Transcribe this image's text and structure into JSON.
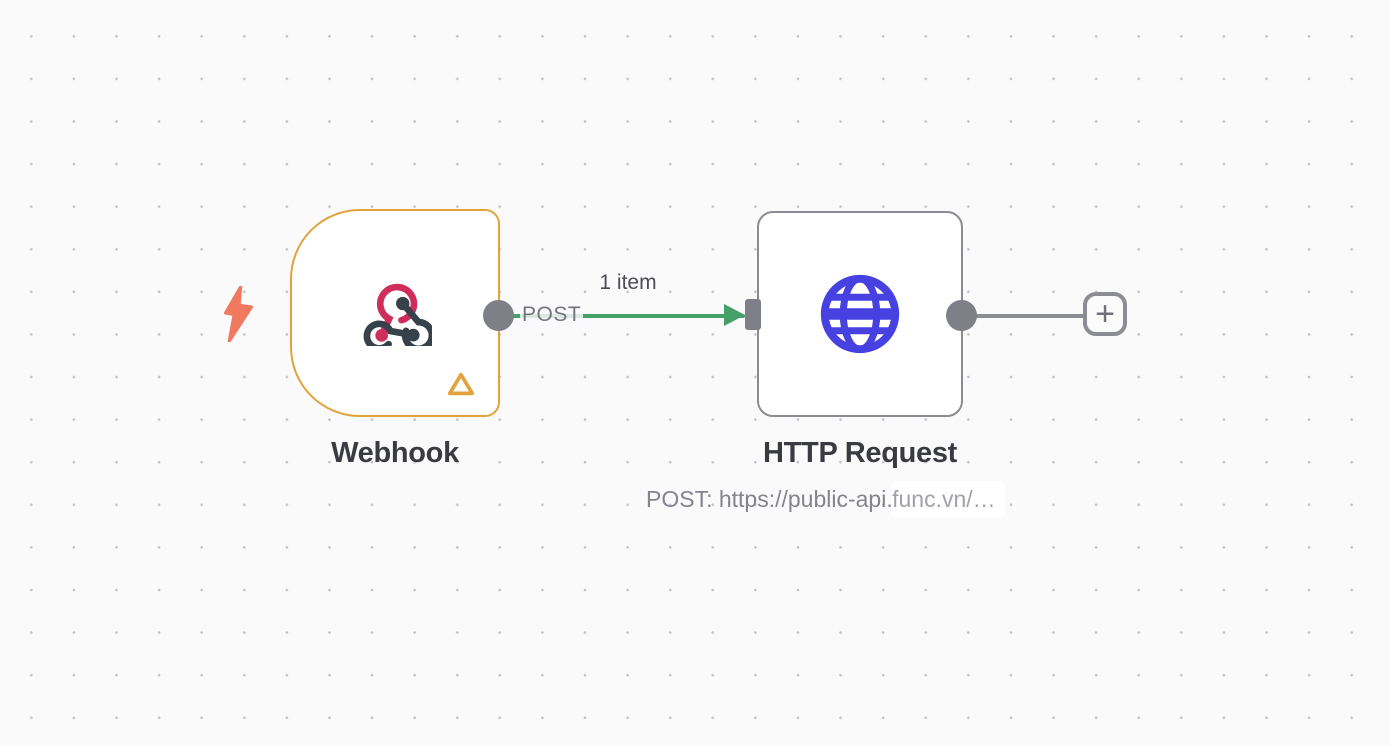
{
  "canvas": {
    "colors": {
      "background": "#fafafb",
      "grid_dot": "#c3c3c9",
      "webhook_border": "#e1a33d",
      "http_border": "#8b8b92",
      "connector_gray": "#7f7f87",
      "wire_gray": "#8c8c93",
      "connection_green": "#43a066",
      "bolt_color": "#f0795f",
      "webhook_icon_dark": "#364149",
      "webhook_icon_accent": "#ce2e5c",
      "globe_blue": "#4741e2",
      "warning_amber": "#e2a33c",
      "title_color": "#3a3a41",
      "subtitle_color": "#84848d",
      "subtitle_overlay_color": "#a1a1aa",
      "endpoint_label_color": "#74747c",
      "items_label_color": "#4c4c54",
      "plus_color": "#71717a"
    }
  },
  "nodes": {
    "webhook": {
      "title": "Webhook",
      "output_endpoint_label": "POST",
      "icon": "webhook-icon",
      "is_trigger": true,
      "has_warning_triangle": true
    },
    "http_request": {
      "title": "HTTP Request",
      "subtitle_base": "POST: https://public-api.f",
      "subtitle_overlay": "func.vn/…",
      "icon": "globe-icon"
    }
  },
  "connection": {
    "items_label": "1 item"
  },
  "add_button": {
    "label": "+"
  }
}
